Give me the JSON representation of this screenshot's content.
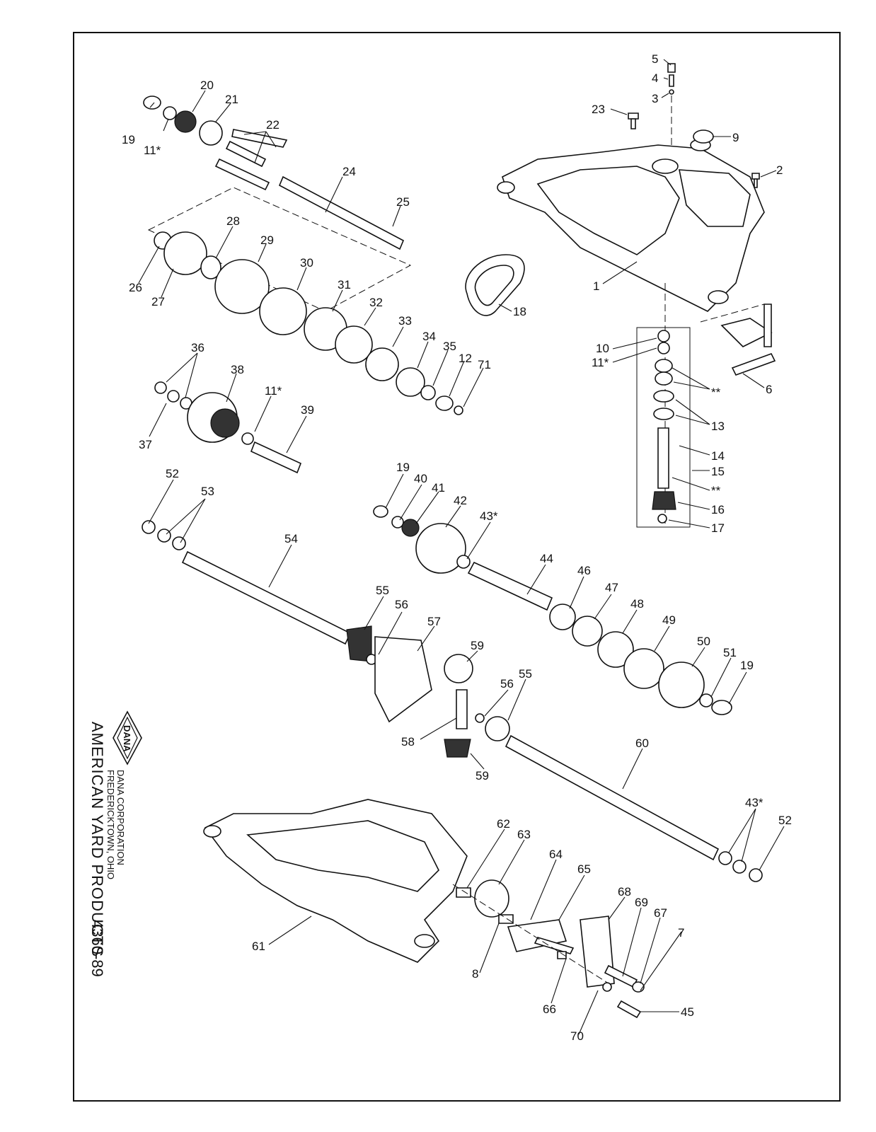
{
  "company": {
    "name": "AMERICAN YARD PRODUCTS",
    "division": "DANA CORPORATION",
    "location": "FREDERICKTOWN, OHIO",
    "logo_text": "DANA",
    "document_number": "4360-89"
  },
  "callouts": [
    "1",
    "2",
    "3",
    "4",
    "5",
    "6",
    "7",
    "8",
    "9",
    "10",
    "11*",
    "11*",
    "11*",
    "12",
    "13",
    "14",
    "15",
    "16",
    "17",
    "18",
    "19",
    "19",
    "19",
    "20",
    "21",
    "22",
    "23",
    "24",
    "25",
    "26",
    "27",
    "28",
    "29",
    "30",
    "31",
    "32",
    "33",
    "34",
    "35",
    "36",
    "37",
    "38",
    "39",
    "40",
    "41",
    "42",
    "43*",
    "43*",
    "44",
    "45",
    "46",
    "47",
    "48",
    "49",
    "50",
    "51",
    "52",
    "52",
    "53",
    "54",
    "55",
    "55",
    "56",
    "56",
    "57",
    "58",
    "59",
    "59",
    "60",
    "61",
    "62",
    "63",
    "64",
    "65",
    "66",
    "67",
    "68",
    "69",
    "70",
    "71",
    "**",
    "**"
  ],
  "colors": {
    "line": "#111111",
    "background": "#ffffff"
  }
}
